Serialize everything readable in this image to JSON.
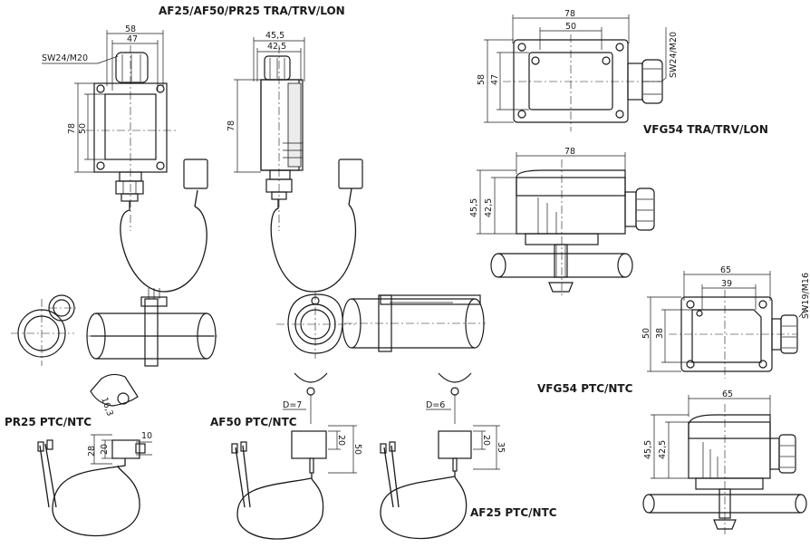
{
  "titles": {
    "af25_af50_pr25": "AF25/AF50/PR25 TRA/TRV/LON",
    "vfg54_tra": "VFG54 TRA/TRV/LON",
    "vfg54_ptc": "VFG54 PTC/NTC",
    "pr25_ptc": "PR25 PTC/NTC",
    "af50_ptc": "AF50 PTC/NTC",
    "af25_ptc": "AF25 PTC/NTC"
  },
  "dims": {
    "front_58": "58",
    "front_47": "47",
    "front_sw": "SW24/M20",
    "front_78": "78",
    "front_50": "50",
    "side_455": "45,5",
    "side_425": "42,5",
    "side_78": "78",
    "vfg_top_78": "78",
    "vfg_top_50": "50",
    "vfg_left_58": "58",
    "vfg_left_47": "47",
    "vfg_sw": "SW24/M20",
    "vfg_side_78": "78",
    "vfg_side_455": "45,5",
    "vfg_side_425": "42,5",
    "small_65": "65",
    "small_39": "39",
    "small_50": "50",
    "small_38": "38",
    "small_sw": "SW19/M16",
    "small_side_65": "65",
    "small_side_455": "45,5",
    "small_side_425": "42,5",
    "pr_163": "16,3",
    "pr_20": "20",
    "pr_28": "28",
    "pr_10": "10",
    "af50_d": "D=7",
    "af50_20": "20",
    "af50_50": "50",
    "af25_d": "D=6",
    "af25_20": "20",
    "af25_35": "35"
  }
}
